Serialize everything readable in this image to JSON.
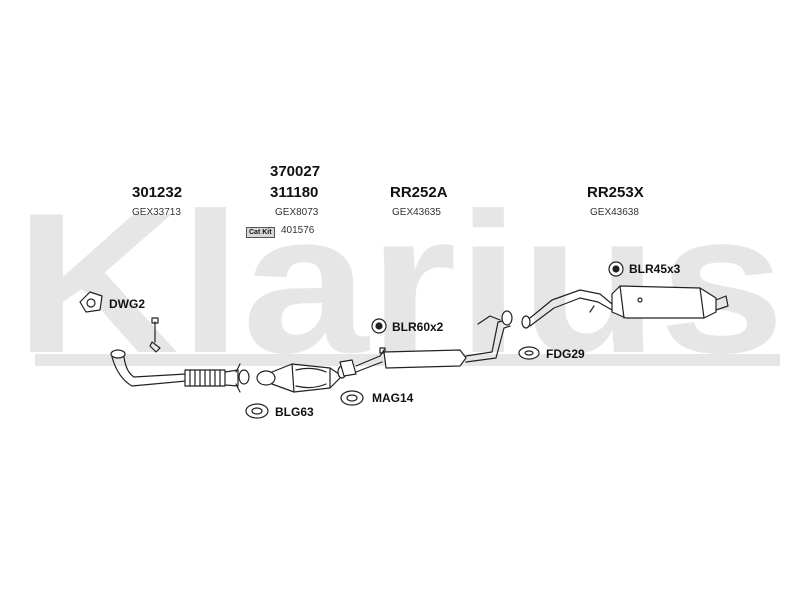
{
  "watermark": {
    "brand": "Klarius"
  },
  "assemblies": [
    {
      "code": "301232",
      "gex": "GEX33713"
    },
    {
      "code_top": "370027",
      "code": "311180",
      "gex": "GEX8073"
    },
    {
      "code": "RR252A",
      "gex": "GEX43635"
    },
    {
      "code": "RR253X",
      "gex": "GEX43638"
    }
  ],
  "cat_kit": {
    "badge": "Cat Kit",
    "number": "401576"
  },
  "fittings": {
    "dwg2": "DWG2",
    "blr60": "BLR60x2",
    "blr45": "BLR45x3",
    "fdg29": "FDG29",
    "mag14": "MAG14",
    "blg63": "BLG63"
  }
}
